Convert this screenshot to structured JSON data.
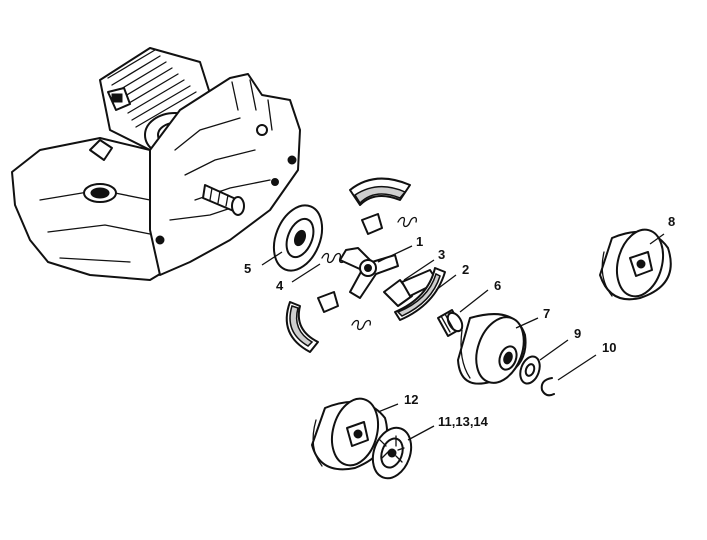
{
  "callouts": [
    {
      "id": "1",
      "text": "1"
    },
    {
      "id": "2",
      "text": "2"
    },
    {
      "id": "3",
      "text": "3"
    },
    {
      "id": "4",
      "text": "4"
    },
    {
      "id": "5",
      "text": "5"
    },
    {
      "id": "6",
      "text": "6"
    },
    {
      "id": "7",
      "text": "7"
    },
    {
      "id": "8",
      "text": "8"
    },
    {
      "id": "9",
      "text": "9"
    },
    {
      "id": "10",
      "text": "10"
    },
    {
      "id": "12",
      "text": "12"
    },
    {
      "id": "11-13-14",
      "text": "11,13,14"
    }
  ],
  "colors": {
    "ink": "#111111",
    "paper": "#ffffff",
    "shade": "#cfcfcf"
  }
}
